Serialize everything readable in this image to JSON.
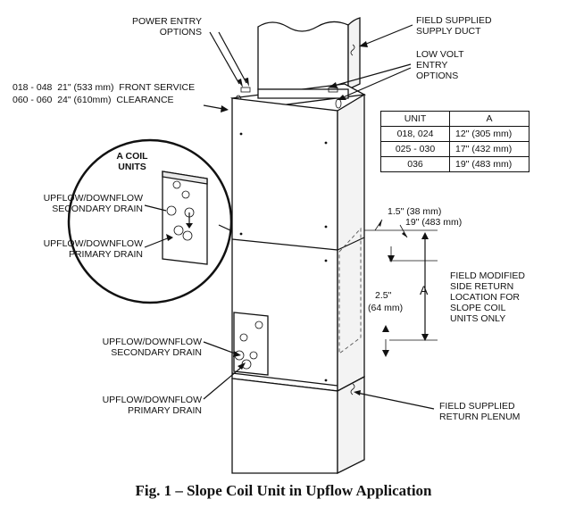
{
  "labels": {
    "power_entry": [
      "POWER ENTRY",
      "OPTIONS"
    ],
    "supply_duct": [
      "FIELD SUPPLIED",
      "SUPPLY DUCT"
    ],
    "low_volt": [
      "LOW VOLT",
      "ENTRY",
      "OPTIONS"
    ],
    "front_service": [
      "018 - 048  21\" (533 mm)  FRONT SERVICE",
      "060 - 060  24\" (610mm)  CLEARANCE"
    ],
    "a_coil": [
      "A COIL",
      "UNITS"
    ],
    "inset_secondary": [
      "UPFLOW/DOWNFLOW",
      "SECONDARY DRAIN"
    ],
    "inset_primary": [
      "UPFLOW/DOWNFLOW",
      "PRIMARY DRAIN"
    ],
    "secondary": [
      "UPFLOW/DOWNFLOW",
      "SECONDARY DRAIN"
    ],
    "primary": [
      "UPFLOW/DOWNFLOW",
      "PRIMARY DRAIN"
    ],
    "dim_15": "1.5\" (38 mm)",
    "dim_19": "19\" (483 mm)",
    "dim_25": [
      "2.5\"",
      "(64 mm)"
    ],
    "dim_a": "A",
    "side_return": [
      "FIELD MODIFIED",
      "SIDE RETURN",
      "LOCATION FOR",
      "SLOPE COIL",
      "UNITS ONLY"
    ],
    "return_plenum": [
      "FIELD SUPPLIED",
      "RETURN PLENUM"
    ]
  },
  "table": {
    "headers": [
      "UNIT",
      "A"
    ],
    "rows": [
      [
        "018, 024",
        "12\" (305 mm)"
      ],
      [
        "025 - 030",
        "17\" (432 mm)"
      ],
      [
        "036",
        "19\" (483 mm)"
      ]
    ]
  },
  "caption": "Fig. 1 – Slope Coil Unit in Upflow Application"
}
